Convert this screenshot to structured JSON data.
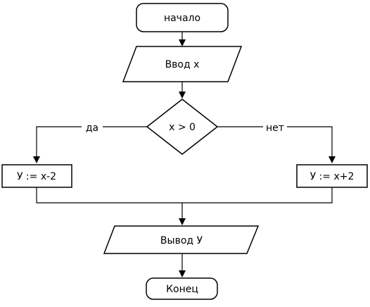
{
  "flowchart": {
    "start": "начало",
    "input": "Ввод х",
    "condition": "х > 0",
    "branch_yes": "да",
    "branch_no": "нет",
    "assign_yes": "У := х-2",
    "assign_no": "У := х+2",
    "output": "Вывод У",
    "end": "Конец"
  }
}
